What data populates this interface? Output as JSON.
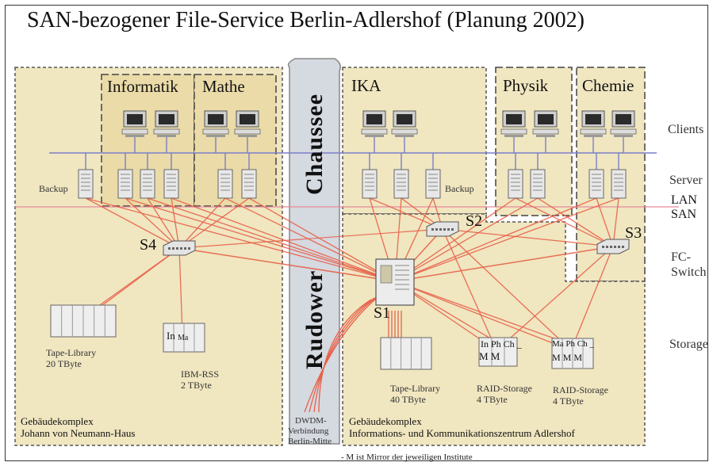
{
  "title": "SAN-bezogener File-Service Berlin-Adlershof (Planung 2002)",
  "colors": {
    "zone_fill": "#f0e6c0",
    "road_fill": "#d5d9e0",
    "lan_line": "#7b7fc9",
    "san_line": "#e8604a",
    "border": "#555555"
  },
  "road": {
    "upper": "Chaussee",
    "lower": "Rudower"
  },
  "groups": {
    "informatik": "Informatik",
    "mathe": "Mathe",
    "ika": "IKA",
    "physik": "Physik",
    "chemie": "Chemie"
  },
  "side_labels": {
    "clients": "Clients",
    "server": "Server",
    "lan": "LAN",
    "san": "SAN",
    "fc_switch_1": "FC-",
    "fc_switch_2": "Switch",
    "storage": "Storage"
  },
  "backup_labels": {
    "left": "Backup",
    "right": "Backup"
  },
  "switches": {
    "s1": "S1",
    "s2": "S2",
    "s3": "S3",
    "s4": "S4"
  },
  "storage": {
    "tape_left_1": "Tape-Library",
    "tape_left_2": "20 TByte",
    "ibm_1": "IBM-RSS",
    "ibm_2": "2 TByte",
    "ibm_tag_in": "In",
    "ibm_tag_ma": "Ma",
    "tape_right_1": "Tape-Library",
    "tape_right_2": "40 TByte",
    "raid1_1": "RAID-Storage",
    "raid1_2": "4 TByte",
    "raid1_tags": "In Ph Ch _",
    "raid1_m": "M   M",
    "raid2_1": "RAID-Storage",
    "raid2_2": "4 TByte",
    "raid2_tags": "Ma Ph Ch _",
    "raid2_m": "M  M     M"
  },
  "complexes": {
    "left_1": "Gebäudekomplex",
    "left_2": "Johann von Neumann-Haus",
    "right_1": "Gebäudekomplex",
    "right_2": "Informations- und Kommunikationszentrum Adlershof"
  },
  "dwdm": {
    "l1": "DWDM-",
    "l2": "Verbindung",
    "l3": "Berlin-Mitte"
  },
  "footnote": "- M ist Mirror der jeweiligen Institute",
  "icons": {
    "client": "desktop-computer-icon",
    "server": "server-tower-icon",
    "switch": "fc-switch-icon",
    "storage": "storage-cabinet-icon"
  }
}
